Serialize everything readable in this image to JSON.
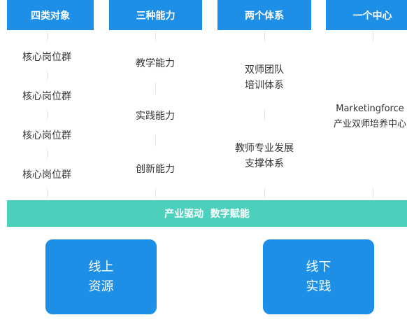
{
  "headers": [
    "四类对象",
    "三种能力",
    "两个体系",
    "一个中心"
  ],
  "objects": [
    "核心岗位群",
    "核心岗位群",
    "核心岗位群",
    "核心岗位群"
  ],
  "abilities": [
    "教学能力",
    "实践能力",
    "创新能力"
  ],
  "systems": [
    {
      "line1": "双师团队",
      "line2": "培训体系"
    },
    {
      "line1": "教师专业发展",
      "line2": "支撑体系"
    }
  ],
  "center": {
    "line1": "Marketingforce",
    "line2": "产业双师培养中心"
  },
  "band": "产业驱动  数字赋能",
  "boxes": [
    {
      "line1": "线上",
      "line2": "资源"
    },
    {
      "line1": "线下",
      "line2": "实践"
    }
  ],
  "colors": {
    "header_blue": "#1d8fe6",
    "band_teal": "#4dd0bb",
    "box_blue": "#1d8fe6"
  }
}
